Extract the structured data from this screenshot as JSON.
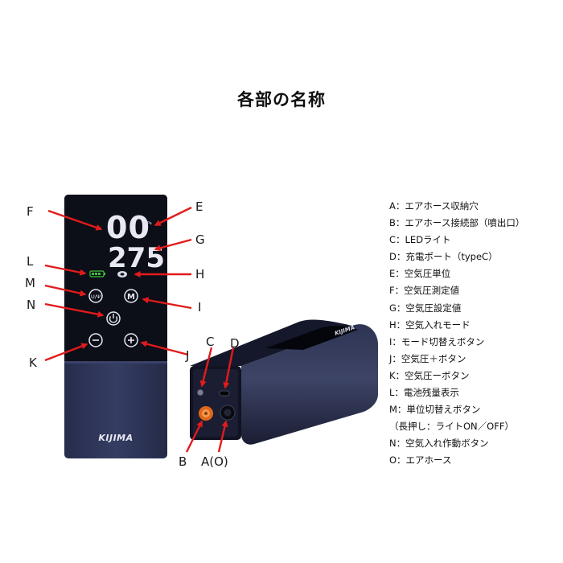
{
  "title": "各部の名称",
  "brand_logo": "KIJIMA",
  "back_logo": "KIJIMA",
  "display": {
    "top_digits": "00",
    "top_unit": "kPa",
    "bottom_digits": "275"
  },
  "buttons": {
    "unit_button_glyph": "U/Ψ",
    "mode_button_glyph": "M"
  },
  "callouts": {
    "E": "E",
    "F": "F",
    "G": "G",
    "H": "H",
    "L": "L",
    "M": "M",
    "N": "N",
    "I": "I",
    "K": "K",
    "J": "J",
    "C": "C",
    "D": "D",
    "B": "B",
    "A": "A(O)"
  },
  "legend": [
    "A：エアホース収納穴",
    "B：エアホース接続部（噴出口）",
    "C：LEDライト",
    "D：充電ポート（typeC）",
    "E：空気圧単位",
    "F：空気圧測定値",
    "G：空気圧設定値",
    "H：空気入れモード",
    "I：モード切替えボタン",
    "J：空気圧＋ボタン",
    "K：空気圧ーボタン",
    "L：電池残量表示",
    "M：単位切替えボタン",
    "（長押し：ライトON／OFF）",
    "N：空気入れ作動ボタン",
    "O：エアホース"
  ],
  "colors": {
    "arrow": "#e21b1b",
    "body_navy": "#2a3050",
    "body_dark": "#1c2038",
    "lcd_white": "#e8e8f2",
    "battery_green": "#3ec23a",
    "orange_valve": "#e0671c"
  }
}
